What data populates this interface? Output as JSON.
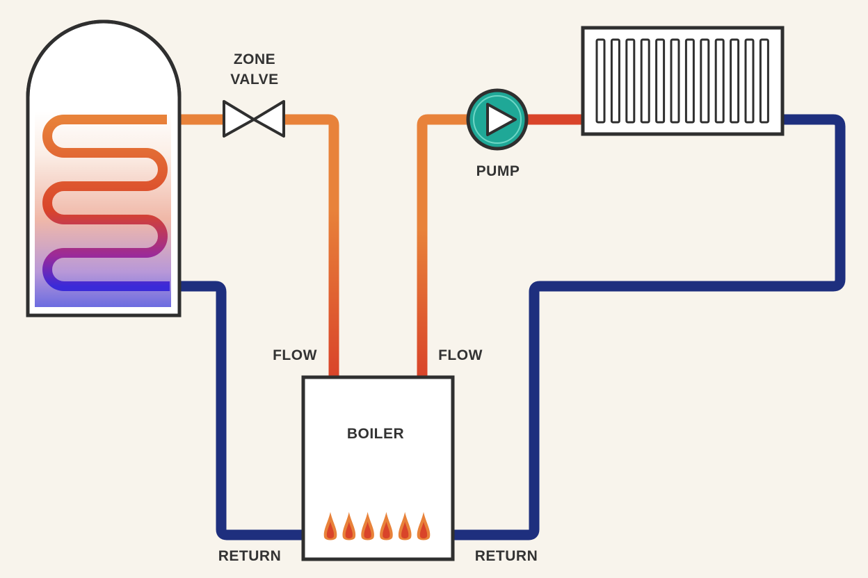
{
  "labels": {
    "zone_valve_line1": "ZONE",
    "zone_valve_line2": "VALVE",
    "pump": "PUMP",
    "boiler": "BOILER",
    "flow_left": "FLOW",
    "flow_right": "FLOW",
    "return_left": "RETURN",
    "return_right": "RETURN"
  },
  "colors": {
    "background": "#f8f4ec",
    "hot": "#e8823a",
    "hot_red": "#d9442a",
    "cold": "#1e2f7e",
    "outline": "#2f2f2f",
    "pump_fill": "#1fa897",
    "flame_outer": "#e8823a",
    "flame_inner": "#d9442a",
    "text": "#333333"
  },
  "icons": {
    "valve": "zone-valve-icon",
    "pump": "pump-icon",
    "radiator": "radiator-icon",
    "cylinder": "hot-water-cylinder-icon",
    "boiler": "boiler-icon",
    "flame": "flame-icon"
  },
  "counts": {
    "radiator_fins": 12,
    "burner_flames": 6
  }
}
